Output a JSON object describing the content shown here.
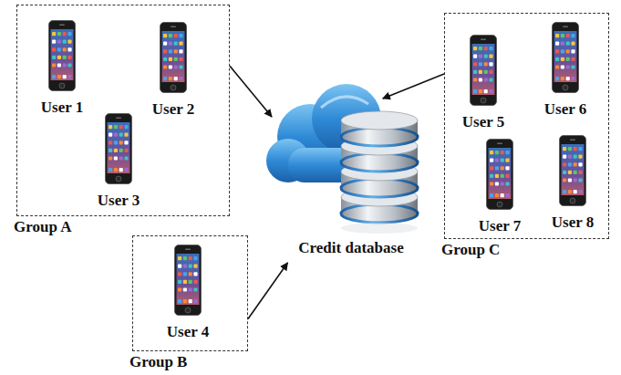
{
  "diagram": {
    "nodes": [
      {
        "text": [
          "Group A"
        ]
      },
      {
        "text": [
          "User 1"
        ],
        "in": 0
      },
      {
        "text": [
          "User 2"
        ],
        "in": 0
      },
      {
        "text": [
          "User 3"
        ],
        "in": 0
      },
      {
        "text": [
          "Credit database"
        ]
      },
      {
        "text": [
          "Group C"
        ]
      },
      {
        "text": [
          "User 5"
        ],
        "in": 5
      },
      {
        "text": [
          "User 6"
        ],
        "in": 5
      },
      {
        "text": [
          "User 7"
        ],
        "in": 5
      },
      {
        "text": [
          "User 8"
        ],
        "in": 5
      },
      {
        "text": [
          "Group B"
        ]
      },
      {
        "text": [
          "User 4"
        ],
        "in": 10
      }
    ],
    "edges": [
      {
        "from": 0,
        "to": 4,
        "arrow": "to"
      },
      {
        "from": 10,
        "to": 4,
        "arrow": "to"
      },
      {
        "from": 5,
        "to": 4,
        "arrow": "to"
      }
    ]
  }
}
